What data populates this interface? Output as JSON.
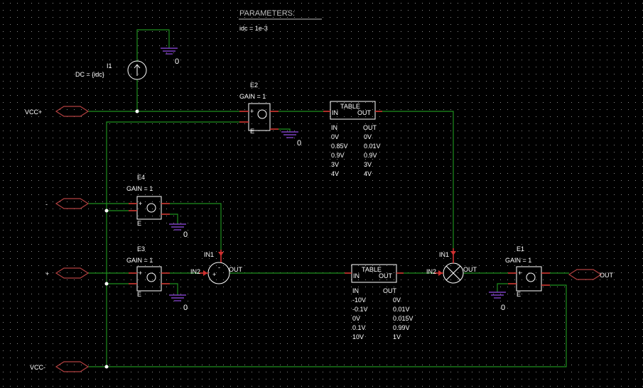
{
  "parameters": {
    "title": "PARAMETERS:",
    "expr": "idc = 1e-3"
  },
  "i1": {
    "name": "I1",
    "value": "DC = {idc}"
  },
  "ground_label": "0",
  "ports": {
    "vcc_plus": "VCC+",
    "minus": "-",
    "plus": "+",
    "vcc_minus": "VCC-",
    "out": "OUT"
  },
  "e2": {
    "name": "E2",
    "gain": "GAIN = 1"
  },
  "e3": {
    "name": "E3",
    "gain": "GAIN = 1"
  },
  "e4": {
    "name": "E4",
    "gain": "GAIN = 1"
  },
  "e1": {
    "name": "E1",
    "gain": "GAIN = 1"
  },
  "pin_labels": {
    "plus": "+",
    "e": "E",
    "in1": "IN1",
    "in2": "IN2",
    "out": "OUT",
    "in": "IN",
    "minus_sign": "-"
  },
  "table1": {
    "title": "TABLE",
    "col_in": "IN",
    "col_out": "OUT",
    "rows": [
      [
        "0V",
        "0V"
      ],
      [
        "0.85V",
        "0.01V"
      ],
      [
        "0.9V",
        "0.9V"
      ],
      [
        "3V",
        "3V"
      ],
      [
        "4V",
        "4V"
      ]
    ]
  },
  "table2": {
    "title": "TABLE",
    "col_in": "IN",
    "col_out": "OUT",
    "rows": [
      [
        "-10V",
        "0V"
      ],
      [
        "-0.1V",
        "0.01V"
      ],
      [
        "0V",
        "0.015V"
      ],
      [
        "0.1V",
        "0.99V"
      ],
      [
        "10V",
        "1V"
      ]
    ]
  },
  "colors": {
    "background": "#000000",
    "wire": "#1f8f1f",
    "pin": "#d03030",
    "ground": "#7b3fbf",
    "text": "#ffffff"
  }
}
